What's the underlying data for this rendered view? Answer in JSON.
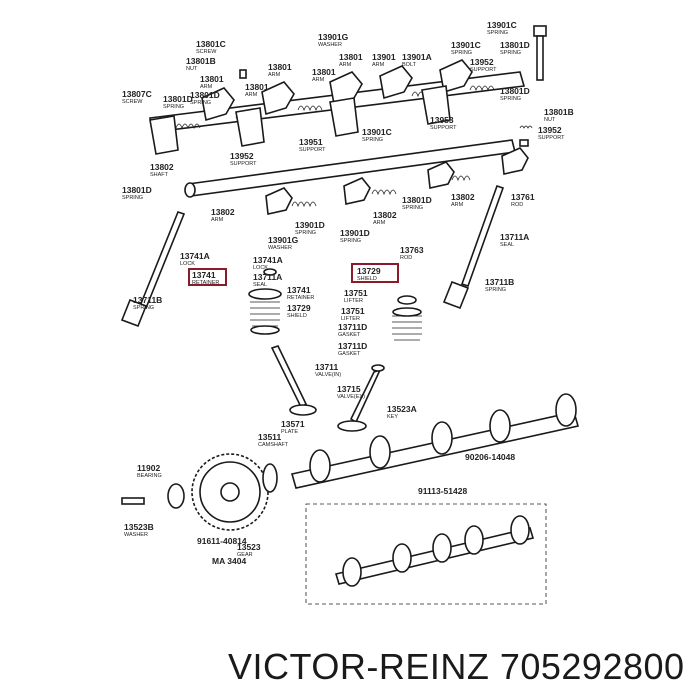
{
  "footer": {
    "brand_text": "VICTOR-REINZ 705292800"
  },
  "labels": [
    {
      "num": "13801C",
      "name": "SCREW"
    },
    {
      "num": "13901G",
      "name": "WASHER"
    },
    {
      "num": "13801B",
      "name": "NUT"
    },
    {
      "num": "13801",
      "name": "ARM"
    },
    {
      "num": "13801D",
      "name": "SPRING"
    },
    {
      "num": "13801D",
      "name": "SPRING"
    },
    {
      "num": "13801",
      "name": "ARM"
    },
    {
      "num": "13801",
      "name": "ARM"
    },
    {
      "num": "13801",
      "name": "ARM"
    },
    {
      "num": "13801",
      "name": "ARM"
    },
    {
      "num": "13901",
      "name": "ARM"
    },
    {
      "num": "13901A",
      "name": "BOLT"
    },
    {
      "num": "13901C",
      "name": "SPRING"
    },
    {
      "num": "13901C",
      "name": "SPRING"
    },
    {
      "num": "13801D",
      "name": "SPRING"
    },
    {
      "num": "13801D",
      "name": "SPRING"
    },
    {
      "num": "13952",
      "name": "SUPPORT"
    },
    {
      "num": "13953",
      "name": "SUPPORT"
    },
    {
      "num": "13807C",
      "name": "SCREW"
    },
    {
      "num": "13801B",
      "name": "NUT"
    },
    {
      "num": "13952",
      "name": "SUPPORT"
    },
    {
      "num": "13952",
      "name": "SUPPORT"
    },
    {
      "num": "13951",
      "name": "SUPPORT"
    },
    {
      "num": "13901C",
      "name": "SPRING"
    },
    {
      "num": "13802",
      "name": "SHAFT"
    },
    {
      "num": "13801D",
      "name": "SPRING"
    },
    {
      "num": "13802",
      "name": "ARM"
    },
    {
      "num": "13901D",
      "name": "SPRING"
    },
    {
      "num": "13901G",
      "name": "WASHER"
    },
    {
      "num": "13901D",
      "name": "SPRING"
    },
    {
      "num": "13802",
      "name": "ARM"
    },
    {
      "num": "13801D",
      "name": "SPRING"
    },
    {
      "num": "13802",
      "name": "ARM"
    },
    {
      "num": "13761",
      "name": "ROD"
    },
    {
      "num": "13741A",
      "name": "LOCK"
    },
    {
      "num": "13741A",
      "name": "LOCK"
    },
    {
      "num": "13763",
      "name": "ROD"
    },
    {
      "num": "13711A",
      "name": "SEAL"
    },
    {
      "num": "13741",
      "name": "RETAINER"
    },
    {
      "num": "13711A",
      "name": "SEAL"
    },
    {
      "num": "13729",
      "name": "SHIELD"
    },
    {
      "num": "13741",
      "name": "RETAINER"
    },
    {
      "num": "13751",
      "name": "LIFTER"
    },
    {
      "num": "13711B",
      "name": "SPRING"
    },
    {
      "num": "13729",
      "name": "SHIELD"
    },
    {
      "num": "13751",
      "name": "LIFTER"
    },
    {
      "num": "13711B",
      "name": "SPRING"
    },
    {
      "num": "13711D",
      "name": "GASKET"
    },
    {
      "num": "13711D",
      "name": "GASKET"
    },
    {
      "num": "13711",
      "name": "VALVE(IN)"
    },
    {
      "num": "13715",
      "name": "VALVE(EX)"
    },
    {
      "num": "13523A",
      "name": "KEY"
    },
    {
      "num": "13571",
      "name": "PLATE"
    },
    {
      "num": "13511",
      "name": "CAMSHAFT"
    },
    {
      "num": "90206-14048",
      "name": ""
    },
    {
      "num": "11902",
      "name": "BEARING"
    },
    {
      "num": "91113-51428",
      "name": ""
    },
    {
      "num": "13523B",
      "name": "WASHER"
    },
    {
      "num": "91611-40814",
      "name": ""
    },
    {
      "num": "13523",
      "name": "GEAR"
    },
    {
      "num": "MA 3404",
      "name": ""
    }
  ]
}
